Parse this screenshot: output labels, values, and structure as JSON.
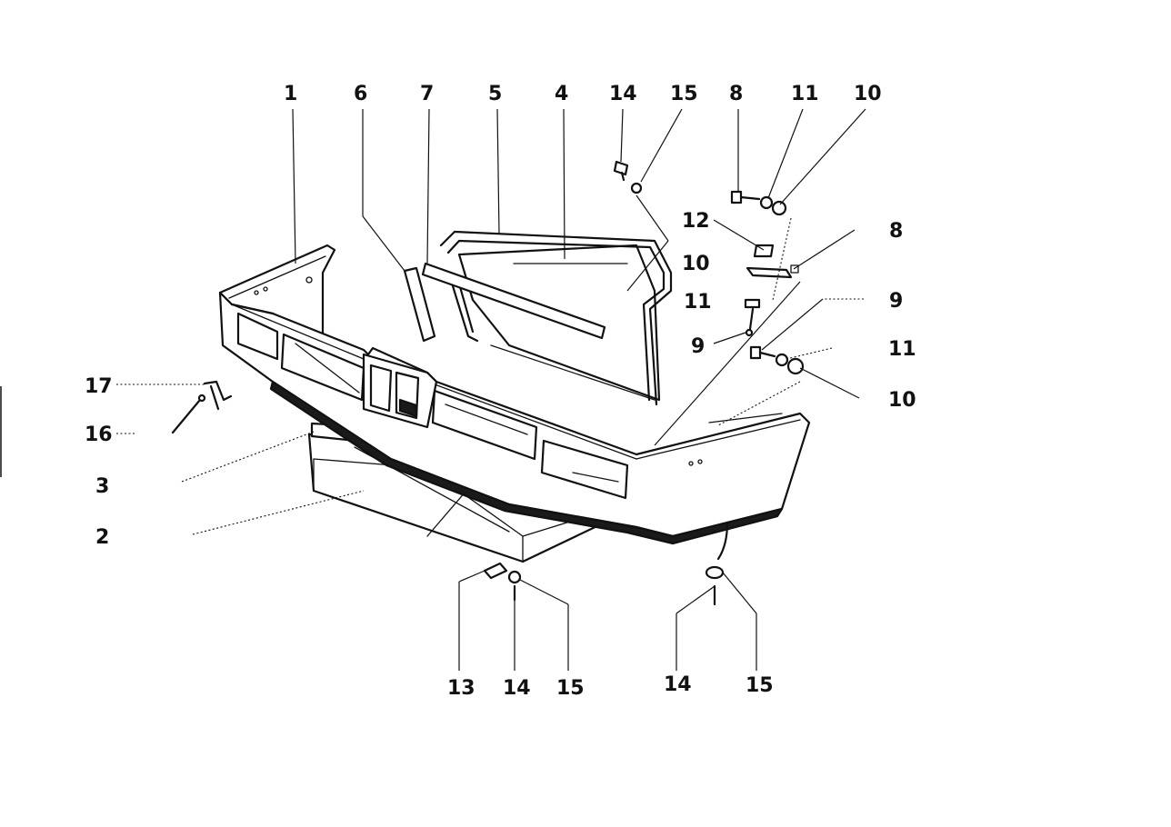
{
  "callouts": [
    {
      "id": "c1",
      "label": "1"
    },
    {
      "id": "c6",
      "label": "6"
    },
    {
      "id": "c7",
      "label": "7"
    },
    {
      "id": "c5",
      "label": "5"
    },
    {
      "id": "c4",
      "label": "4"
    },
    {
      "id": "c14a",
      "label": "14"
    },
    {
      "id": "c15a",
      "label": "15"
    },
    {
      "id": "c8a",
      "label": "8"
    },
    {
      "id": "c11a",
      "label": "11"
    },
    {
      "id": "c10a",
      "label": "10"
    },
    {
      "id": "c12",
      "label": "12"
    },
    {
      "id": "c8b",
      "label": "8"
    },
    {
      "id": "c10b",
      "label": "10"
    },
    {
      "id": "c11b",
      "label": "11"
    },
    {
      "id": "c9a",
      "label": "9"
    },
    {
      "id": "c9b",
      "label": "9"
    },
    {
      "id": "c11c",
      "label": "11"
    },
    {
      "id": "c10c",
      "label": "10"
    },
    {
      "id": "c17",
      "label": "17"
    },
    {
      "id": "c16",
      "label": "16"
    },
    {
      "id": "c3",
      "label": "3"
    },
    {
      "id": "c2",
      "label": "2"
    },
    {
      "id": "c13",
      "label": "13"
    },
    {
      "id": "c14b",
      "label": "14"
    },
    {
      "id": "c15b",
      "label": "15"
    },
    {
      "id": "c14c",
      "label": "14"
    },
    {
      "id": "c15c",
      "label": "15"
    }
  ]
}
